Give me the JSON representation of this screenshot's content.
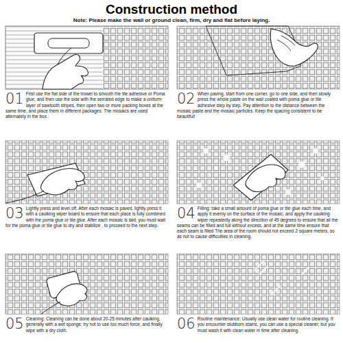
{
  "diagram": {
    "title": "Construction method",
    "labels": [
      "Note: Please make the wall or ground clean, firm, dry and flat before laying.",
      "01",
      "First use the flat side of the trowel to smooth the tile adhesive or Poma glue, and then use the side with the serrated edge to make a uniform layer of sawtooth stripes, then open two or more packing boxes at the same time, and place them in different packages. The mosaics are used alternately in the box.",
      "02",
      "When paving, start from one corner, go to one side, and then slowly press the whole paste on the wall coated with poma glue or tile adhesive step by step. Pay attention to the distance between the mosaic paste and the mosaic particles. Keep the spacing consistent to be beautiful!",
      "03",
      "Lightly press and level off. After each mosaic is paved, lightly press it with a caulking wiper board to ensure that each place is fully combined with the poma glue or tile glue. After each mosaic is laid, you must wait for the poma glue or tile glue to dry and stabilize , to proceed to the next step.",
      "04",
      "Filling: take a small amount of poma glue or tile glue each time, and apply it evenly on the surface of the mosaic, and apply the caulking wiper repeatedly along the direction of 45 degrees to ensure that all the seams can be filled and full without excess, and at the same time ensure that each seam is filled The area of the room should not exceed 2 square meters, so as not to cause difficulties in cleaning.",
      "05",
      "Cleaning: Cleaning can be done about 20-25 minutes after caulking, generally with a wet sponge; try not to use too much force, and finally wipe with a dry cloth.",
      "06",
      "Routine maintenance: Usually use clean water for routine cleaning. If you encounter stubborn stains, you can use a special cleaner, but you must wash it with clean water in time after cleaning."
    ]
  }
}
